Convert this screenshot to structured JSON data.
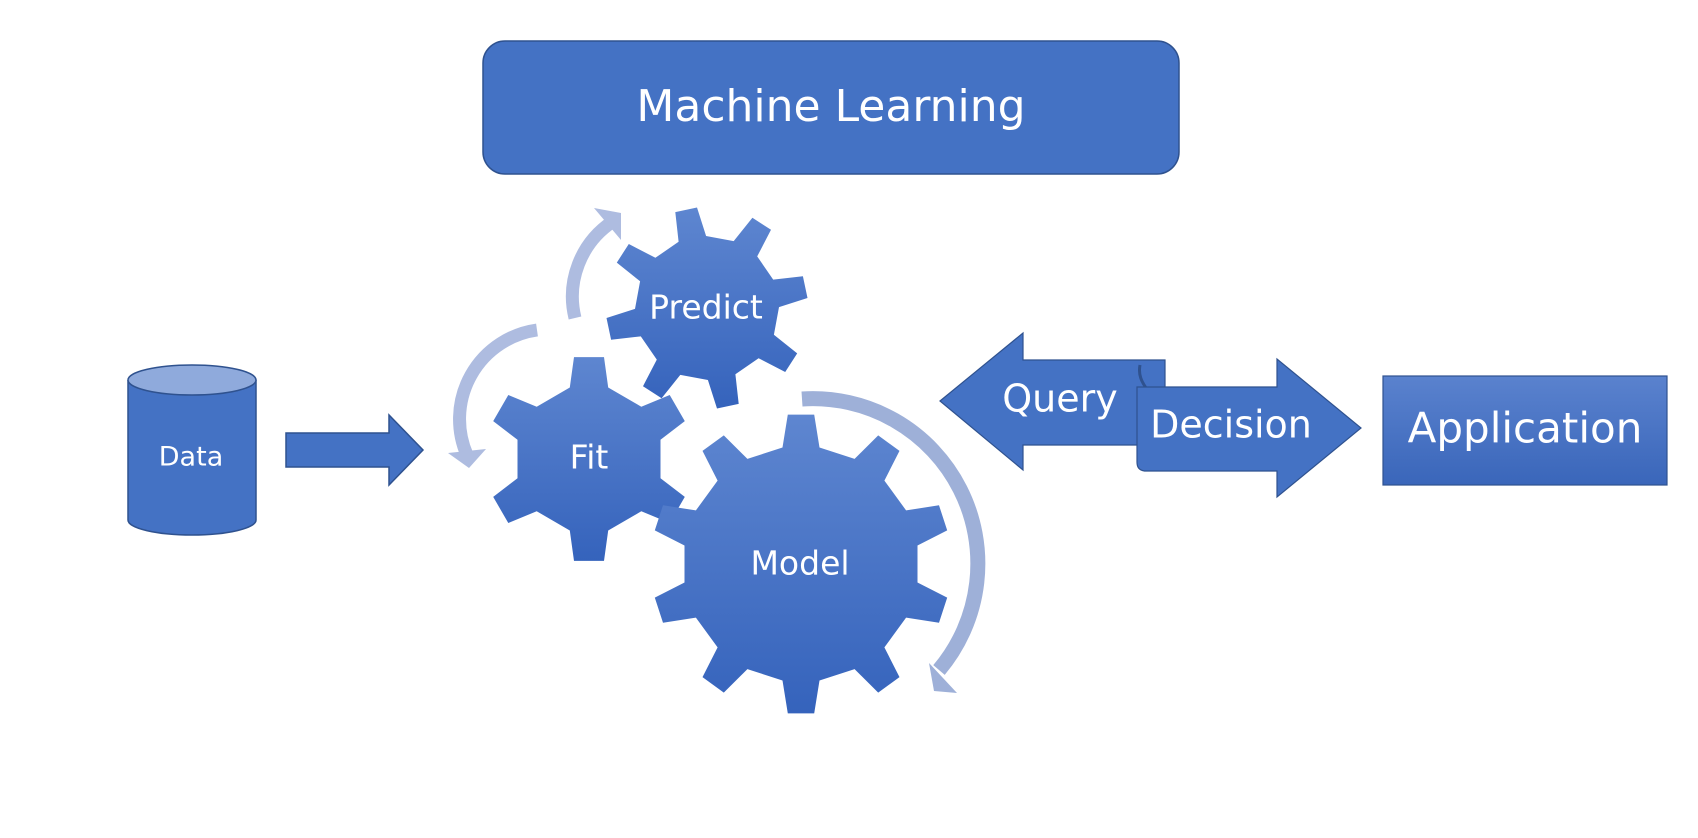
{
  "title": "Machine Learning",
  "nodes": {
    "data": "Data",
    "fit": "Fit",
    "predict": "Predict",
    "model": "Model",
    "query": "Query",
    "decision": "Decision",
    "application": "Application"
  },
  "colors": {
    "primary": "#4472C4",
    "primary_dark": "#3A64B8",
    "outline": "#2F528F",
    "cycle_arrow": "#AEBCE0",
    "cylinder_top": "#8FAADC"
  },
  "icons": [
    "database-cylinder",
    "gear",
    "curved-arrow",
    "block-arrow",
    "double-arrow"
  ]
}
